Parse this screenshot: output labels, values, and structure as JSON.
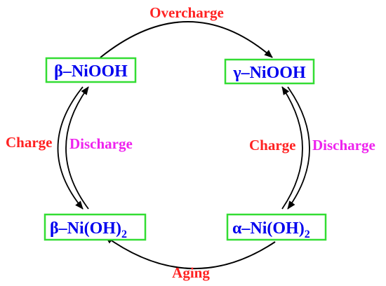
{
  "colors": {
    "box_border": "#33dd33",
    "phase_text": "#0000ee",
    "charge_text": "#ff2222",
    "discharge_text": "#ee22ee",
    "arrow": "#000000"
  },
  "phases": {
    "beta_niooh": {
      "label": "β–NiOOH"
    },
    "gamma_niooh": {
      "label": "γ–NiOOH"
    },
    "beta_nioh2": {
      "label": "β–Ni(OH)",
      "subscript": "2"
    },
    "alpha_nioh2": {
      "label": "α–Ni(OH)",
      "subscript": "2"
    }
  },
  "transitions": {
    "overcharge": "Overcharge",
    "aging": "Aging",
    "left_charge": "Charge",
    "left_discharge": "Discharge",
    "right_charge": "Charge",
    "right_discharge": "Discharge"
  }
}
